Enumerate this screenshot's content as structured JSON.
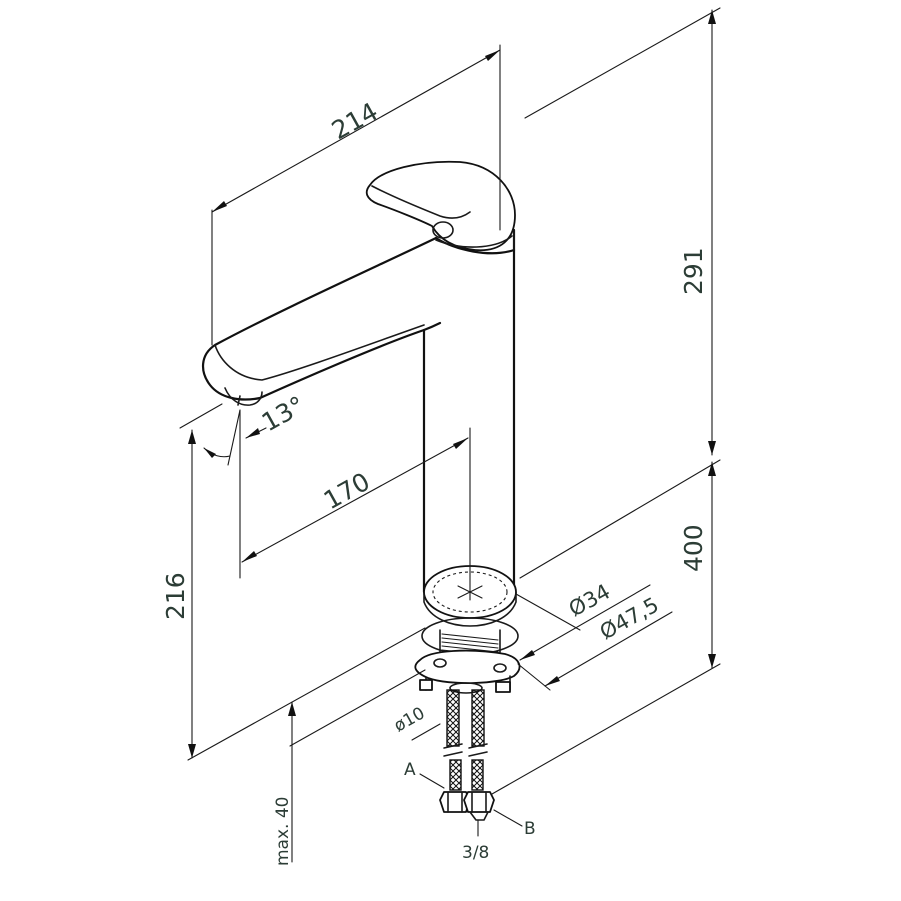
{
  "dimensions": {
    "width_total": "214",
    "height_total": "291",
    "spout_reach": "170",
    "spout_height": "216",
    "mount_diameter": "Ø34",
    "base_diameter": "Ø47,5",
    "spout_angle": "13°",
    "hose_length": "400",
    "max_thickness": "max. 40",
    "hose_diameter": "ø10"
  },
  "labels": {
    "connector_a": "A",
    "connector_b": "B",
    "thread_size": "3/8"
  },
  "colors": {
    "line": "#1a1a1a",
    "dimension_text": "#2c3d36"
  }
}
